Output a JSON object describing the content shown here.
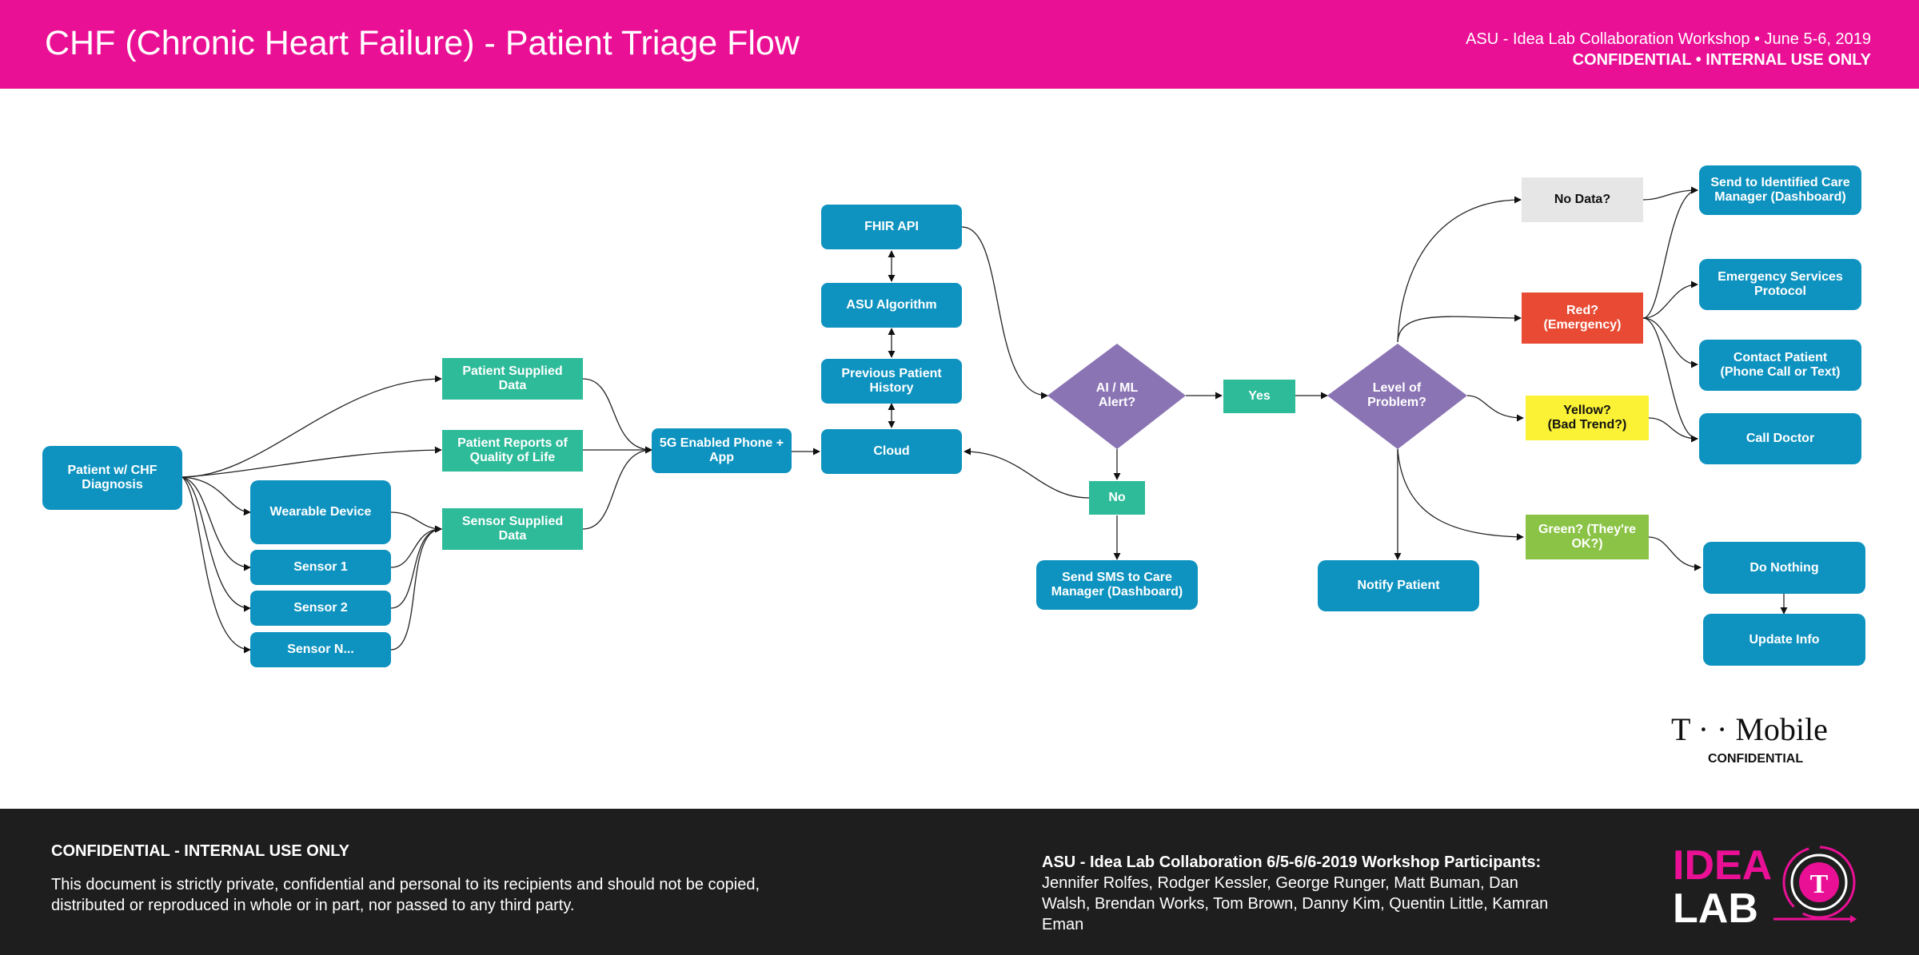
{
  "header": {
    "title": "CHF (Chronic Heart Failure) - Patient Triage Flow",
    "event": "ASU - Idea Lab Collaboration Workshop • June 5-6, 2019",
    "confidential": "CONFIDENTIAL • INTERNAL USE ONLY"
  },
  "diagram": {
    "nodes": {
      "patient": "Patient w/ CHF Diagnosis",
      "wearable": "Wearable Device",
      "sensor1": "Sensor 1",
      "sensor2": "Sensor 2",
      "sensorN": "Sensor N...",
      "patient_supplied": "Patient Supplied Data",
      "quality_of_life": "Patient Reports of Quality of Life",
      "sensor_supplied": "Sensor Supplied Data",
      "phone": "5G Enabled Phone + App",
      "fhir": "FHIR API",
      "asu_algorithm": "ASU Algorithm",
      "prev_history": "Previous Patient History",
      "cloud": "Cloud",
      "ai_alert": "AI / ML\nAlert?",
      "yes": "Yes",
      "no": "No",
      "send_sms": "Send SMS to Care Manager (Dashboard)",
      "level": "Level of\nProblem?",
      "notify_patient": "Notify Patient",
      "no_data": "No Data?",
      "red": "Red? (Emergency)",
      "yellow": "Yellow?\n(Bad Trend?)",
      "green": "Green? (They're OK?)",
      "send_care_manager": "Send to Identified Care Manager (Dashboard)",
      "emergency": "Emergency Services Protocol",
      "contact_patient": "Contact Patient\n(Phone Call or Text)",
      "call_doctor": "Call Doctor",
      "do_nothing": "Do Nothing",
      "update_info": "Update Info"
    },
    "colors": {
      "blue": "#0e93c0",
      "teal": "#2dbb99",
      "purple": "#8a74b4",
      "red": "#e84a33",
      "yellow": "#fbf236",
      "green": "#8bc346",
      "gray": "#e6e6e6",
      "magenta": "#ea1095"
    }
  },
  "logo": {
    "tmobile": "T · · Mobile·",
    "tmobile_confidential": "CONFIDENTIAL",
    "idealab_top": "IDEA",
    "idealab_bottom": "LAB"
  },
  "footer": {
    "confidential_title": "CONFIDENTIAL - INTERNAL USE ONLY",
    "confidential_text": "This document is strictly private, confidential and personal to its recipients and should not be copied, distributed or reproduced in whole or in part, nor passed to any third party.",
    "participants_title": "ASU - Idea Lab Collaboration 6/5-6/6-2019 Workshop Participants:",
    "participants": "Jennifer Rolfes, Rodger Kessler, George Runger, Matt Buman, Dan Walsh, Brendan Works, Tom Brown, Danny Kim, Quentin Little, Kamran Eman"
  }
}
